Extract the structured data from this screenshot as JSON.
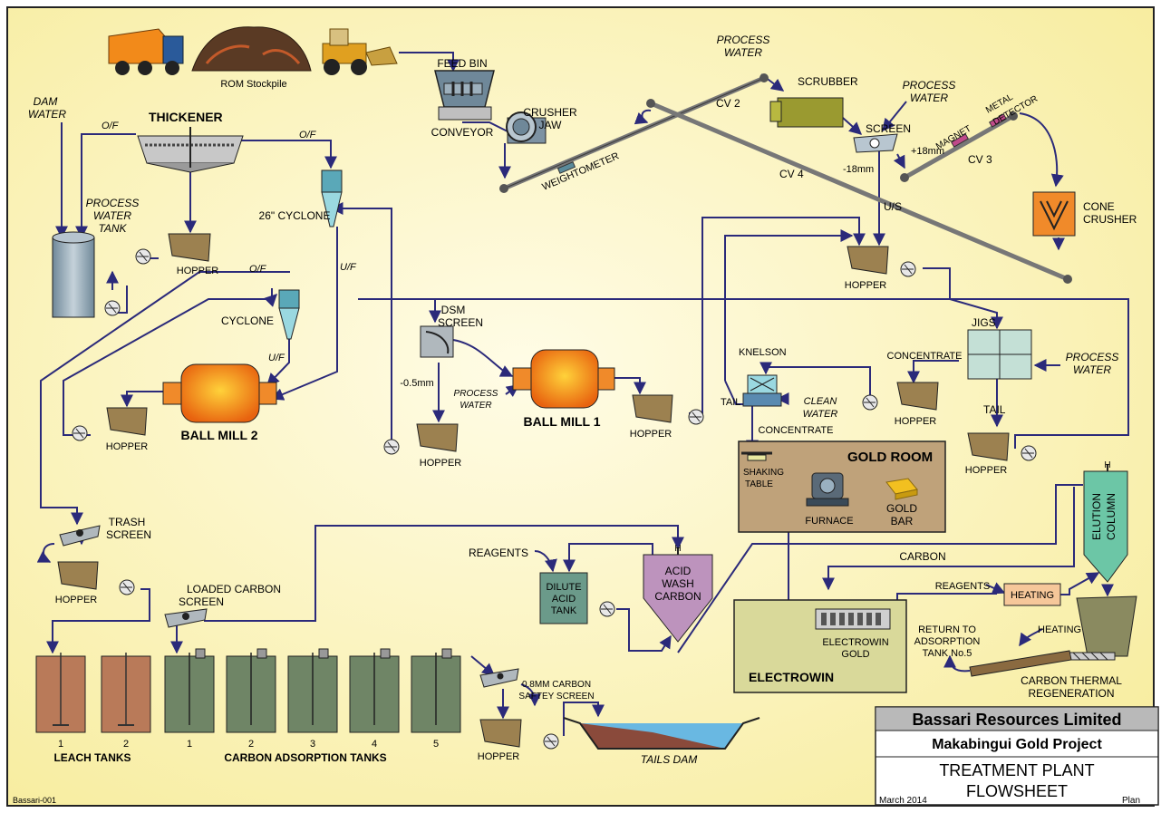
{
  "labels": {
    "rom_stockpile": "ROM Stockpile",
    "feed_bin": "FEED BIN",
    "conveyor": "CONVEYOR",
    "jaw_crusher_1": "JAW",
    "jaw_crusher_2": "CRUSHER",
    "weightometer": "WEIGHTOMETER",
    "cv2": "CV 2",
    "cv3": "CV 3",
    "cv4": "CV 4",
    "process_water_1": "PROCESS",
    "process_water_2": "WATER",
    "scrubber": "SCRUBBER",
    "screen": "SCREEN",
    "plus18": "+18mm",
    "minus18": "-18mm",
    "magnet": "MAGNET",
    "metal_detector_1": "METAL",
    "metal_detector_2": "DETECTOR",
    "cone_crusher_1": "CONE",
    "cone_crusher_2": "CRUSHER",
    "us": "U/S",
    "hopper": "HOPPER",
    "jigs": "JIGS",
    "concentrate": "CONCENTRATE",
    "tail": "TAIL",
    "knelson": "KNELSON",
    "clean_water_1": "CLEAN",
    "clean_water_2": "WATER",
    "gold_room": "GOLD ROOM",
    "shaking_table_1": "SHAKING",
    "shaking_table_2": "TABLE",
    "furnace": "FURNACE",
    "gold_bar_1": "GOLD",
    "gold_bar_2": "BAR",
    "dam_water_1": "DAM",
    "dam_water_2": "WATER",
    "of": "O/F",
    "uf": "U/F",
    "thickener": "THICKENER",
    "process_water_tank_1": "PROCESS",
    "process_water_tank_2": "WATER",
    "process_water_tank_3": "TANK",
    "cyclone_26": "26\" CYCLONE",
    "cyclone": "CYCLONE",
    "ball_mill_2": "BALL MILL 2",
    "ball_mill_1": "BALL MILL 1",
    "dsm_1": "DSM",
    "dsm_2": "SCREEN",
    "minus05": "-0.5mm",
    "trash_1": "TRASH",
    "trash_2": "SCREEN",
    "loaded_carbon_1": "LOADED CARBON",
    "loaded_carbon_2": "SCREEN",
    "reagents": "REAGENTS",
    "dilute_1": "DILUTE",
    "dilute_2": "ACID",
    "dilute_3": "TANK",
    "acid_wash_1": "ACID",
    "acid_wash_2": "WASH",
    "acid_wash_3": "CARBON",
    "carbon": "CARBON",
    "elution_1": "ELUTION",
    "elution_2": "COLUMN",
    "heating": "HEATING",
    "return_1": "RETURN TO",
    "return_2": "ADSORPTION",
    "return_3": "TANK No.5",
    "ctr_1": "CARBON THERMAL",
    "ctr_2": "REGENERATION",
    "electrowin_gold_1": "ELECTROWIN",
    "electrowin_gold_2": "GOLD",
    "electrowin": "ELECTROWIN",
    "safety_1": "0.8MM CARBON",
    "safety_2": "SAFTEY SCREEN",
    "tails_dam": "TAILS DAM",
    "leach_tanks": "LEACH TANKS",
    "carbon_adsorption_tanks": "CARBON ADSORPTION TANKS",
    "h": "H",
    "drawing_no": "Bassari-001"
  },
  "leach_tank_numbers": [
    "1",
    "2"
  ],
  "adsorption_tank_numbers": [
    "1",
    "2",
    "3",
    "4",
    "5"
  ],
  "title_block": {
    "company": "Bassari Resources Limited",
    "project": "Makabingui Gold Project",
    "title_line1": "TREATMENT PLANT",
    "title_line2": "FLOWSHEET",
    "date": "March 2014",
    "view": "Plan"
  },
  "colors": {
    "background": "#fbf6c2",
    "flow_line": "#2b2a7a",
    "leach_tank": "#b97a59",
    "adsorption_tank": "#6f8566",
    "mill": "#f28a1a",
    "hopper": "#9c8150",
    "gold_room": "#bfa27a",
    "electrowin": "#d9d99a",
    "elution_column": "#6cc6a6",
    "acid_wash": "#bd93bd",
    "dilute_tank": "#6b9a8a",
    "heating": "#f6c79a",
    "title_band": "#b9b9b9",
    "tails_water": "#69b8e2",
    "tails_mud": "#8a4a3b"
  }
}
